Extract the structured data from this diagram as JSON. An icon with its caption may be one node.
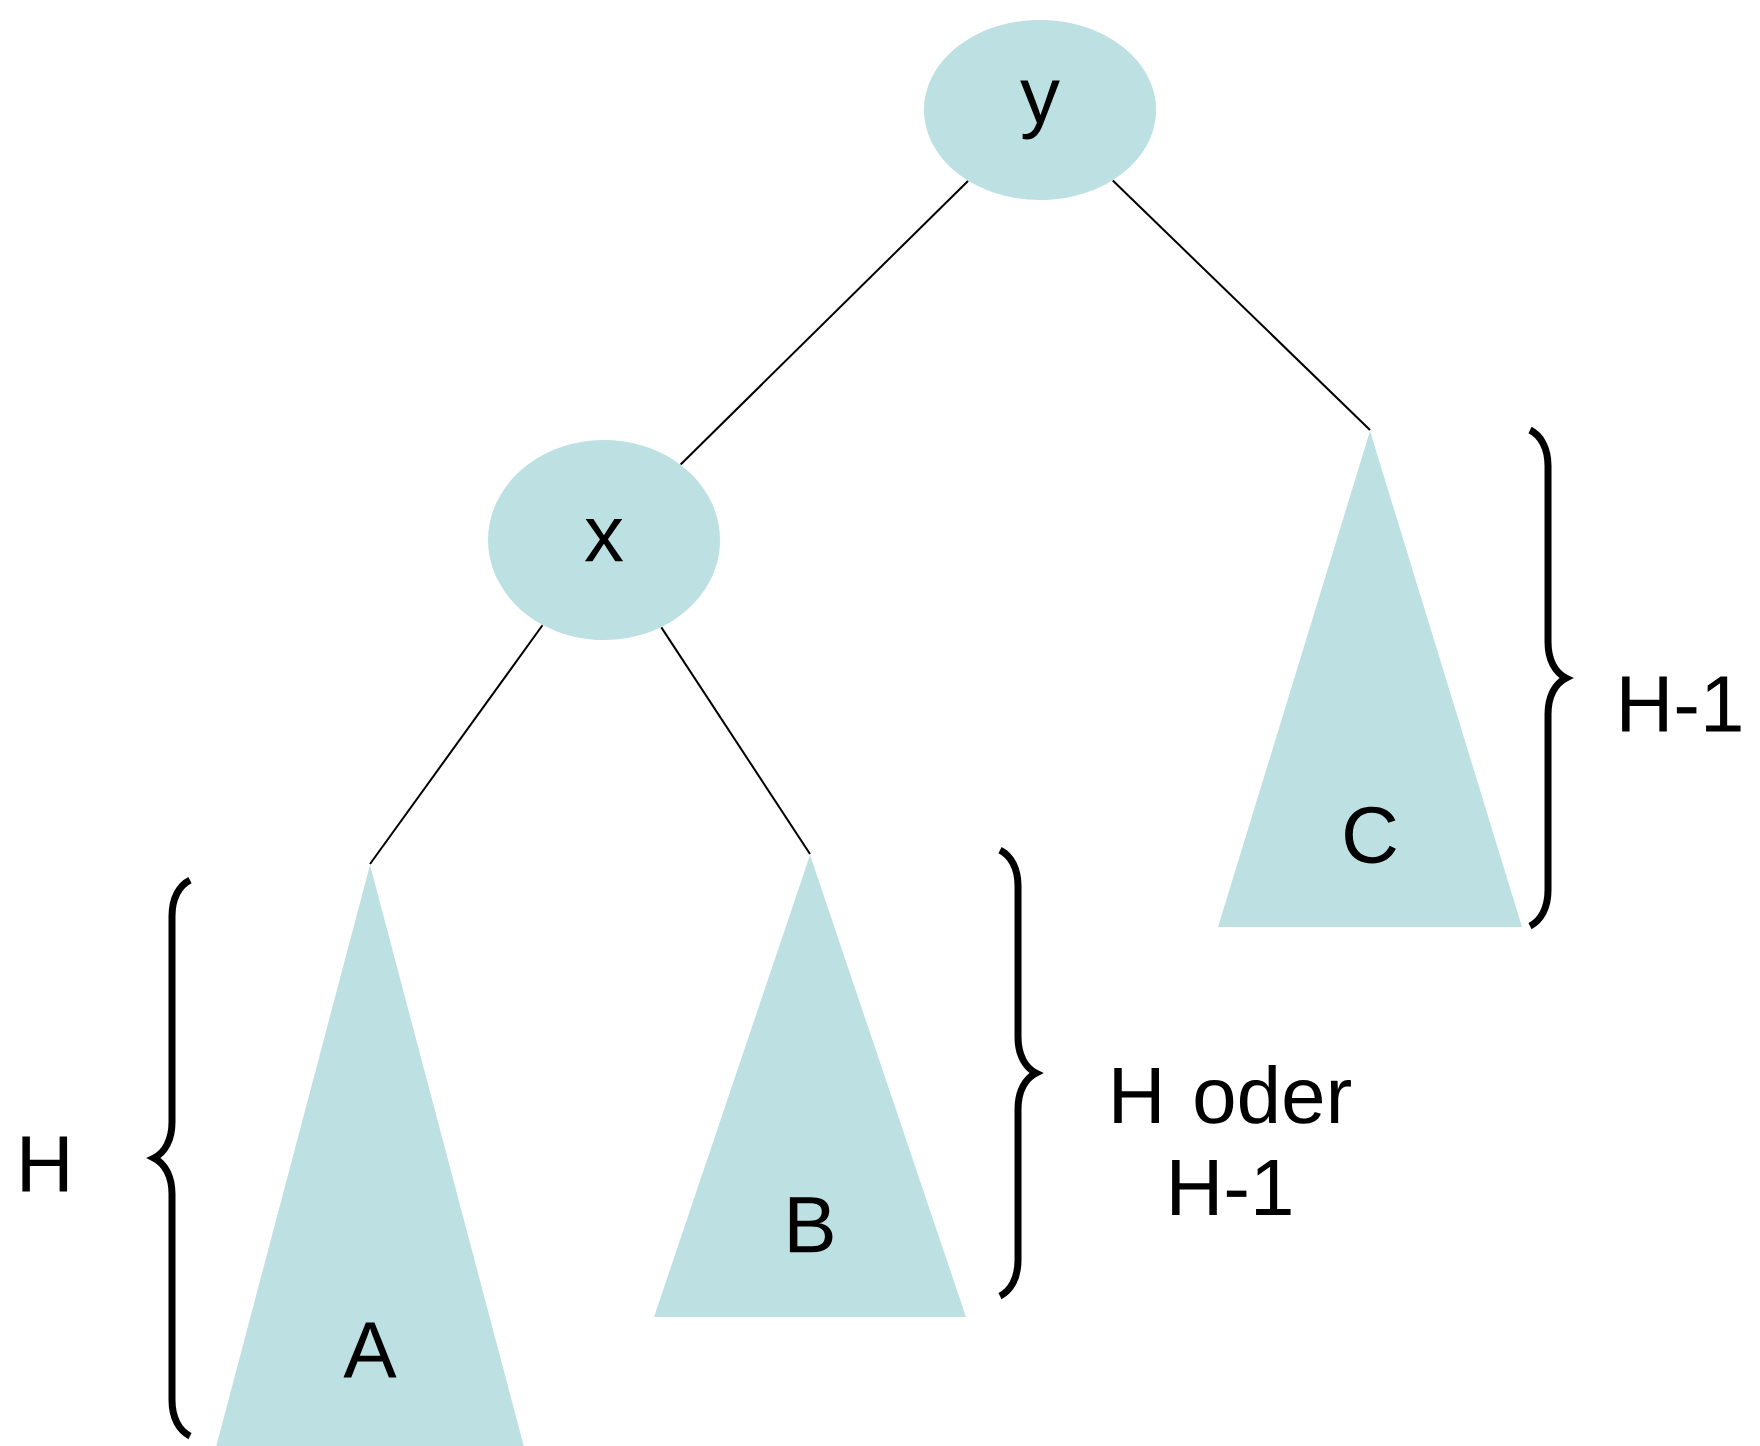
{
  "diagram": {
    "nodes": [
      {
        "text": [
          "y"
        ]
      },
      {
        "text": [
          "x"
        ]
      },
      {
        "text": [
          "A"
        ]
      },
      {
        "text": [
          "B"
        ]
      },
      {
        "text": [
          "C"
        ]
      }
    ],
    "edges": [
      {
        "from": 0,
        "to": 1,
        "arrow": "none"
      },
      {
        "from": 0,
        "to": 4,
        "arrow": "none"
      },
      {
        "from": 1,
        "to": 2,
        "arrow": "none"
      },
      {
        "from": 1,
        "to": 3,
        "arrow": "none"
      }
    ],
    "labels": [
      "H",
      "H oder H-1",
      "H-1"
    ]
  }
}
